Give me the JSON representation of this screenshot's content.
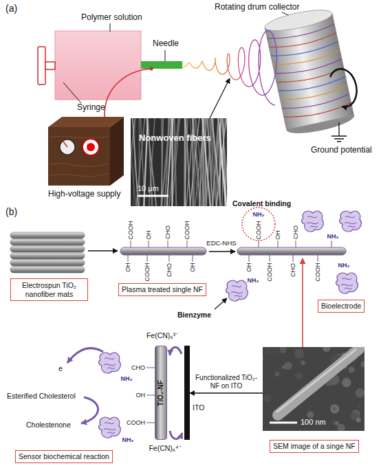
{
  "diagram": {
    "nodes": [
      {
        "text": [
          "Nonwoven fibers",
          "10 μm"
        ]
      },
      {
        "text": [
          "Electrospun TiO₂ nanofiber mats"
        ]
      },
      {
        "text": [
          "Plasma treated single NF"
        ]
      },
      {
        "text": [
          "Bioelectrode"
        ]
      },
      {
        "text": [
          "TiO₂-NF"
        ]
      },
      {
        "text": [
          "ITO"
        ]
      },
      {
        "text": [
          "100 nm"
        ]
      },
      {
        "text": [
          "SEM image of a singe NF"
        ]
      },
      {
        "text": [
          "Sensor biochemical reaction"
        ]
      }
    ],
    "edges": [
      {
        "from": 6,
        "to": 5,
        "arrow": "to",
        "label": "Functionalized TiO₂-NF on ITO"
      }
    ],
    "labels": [
      "(a)",
      "Rotating drum collector",
      "Polymer solution",
      "Needle",
      "Syringe",
      "High-voltage supply",
      "Ground potential",
      "(b)",
      "Covalent binding",
      "EDC-NHS",
      "Bienzyme",
      "e",
      "Esterified Cholesterol",
      "Cholestenone",
      "Fe(CN)₆³⁻",
      "Fe(CN)₆⁴⁻",
      "COOH",
      "OH",
      "CHO",
      "COOH",
      "OH",
      "COOH",
      "CHO",
      "OH",
      "COOH",
      "OH",
      "CHO",
      "OH",
      "COOH",
      "CHO",
      "COOH",
      "NH₂",
      "NH₂",
      "NH₂",
      "NH₂",
      "CHO",
      "OH",
      "COOH",
      "NH₂",
      "NH₂"
    ]
  }
}
